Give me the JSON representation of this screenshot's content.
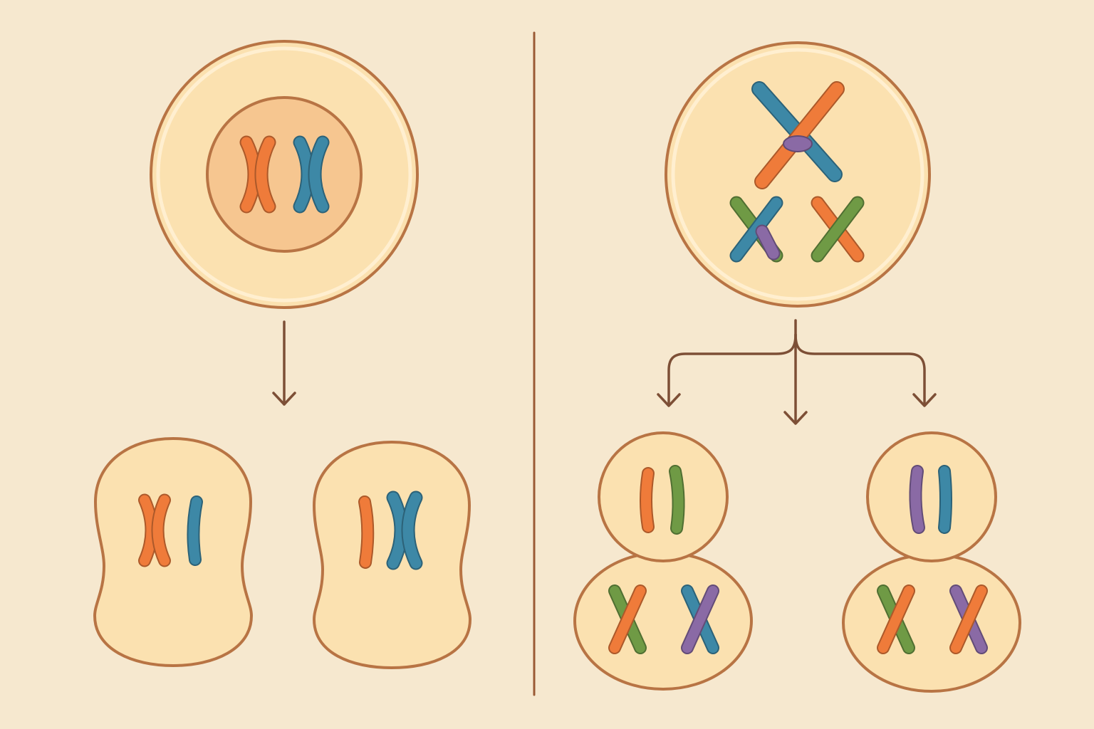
{
  "palette": {
    "background": "#f6e8cf",
    "cell_outline": "#b87444",
    "cell_fill": "#fbe1b0",
    "cell_inner_rim": "#fff1d6",
    "nucleus_fill": "#f6c690",
    "divider": "#9a5a35",
    "arrow": "#7d4f36",
    "chromosome_colors": {
      "orange": "#ef7b3a",
      "blue": "#3d88a6",
      "green": "#6f9a45",
      "purple": "#8a6aa5"
    }
  },
  "panels": [
    {
      "name": "left-process",
      "parent_cells": 1,
      "daughter_cells": 2
    },
    {
      "name": "right-process",
      "parent_cells": 1,
      "daughter_cells": 2
    }
  ]
}
